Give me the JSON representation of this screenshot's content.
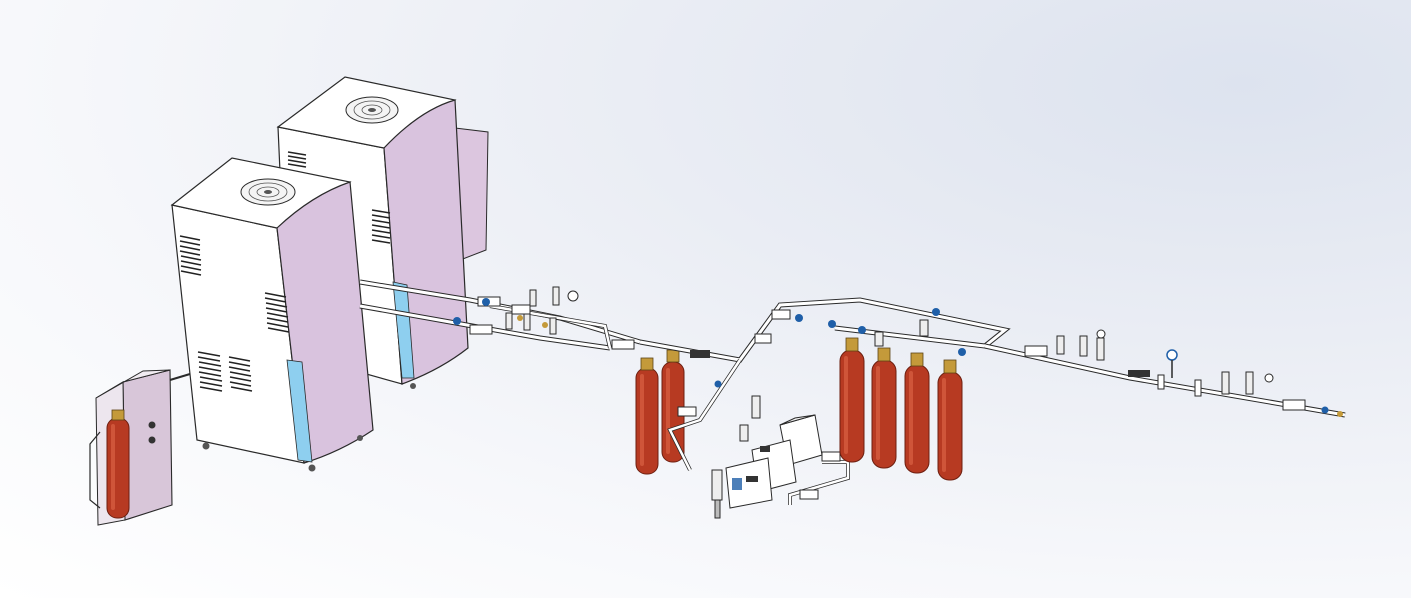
{
  "colors": {
    "cabinet_white": "#ffffff",
    "cabinet_outline": "#2a2a2a",
    "door_panel": "#d9c3de",
    "blue_strip": "#8ecfef",
    "cylinder_red": "#b73a22",
    "cylinder_highlight": "#e0674a",
    "valve_brass": "#c49a3a",
    "pipe": "#ffffff",
    "control_box": "#d8c6d9",
    "indicator_blue": "#1f5fa8"
  },
  "components": {
    "cabinets": 2,
    "gas_cylinders": 7,
    "control_boxes": 1,
    "wall_units": 3
  },
  "icons": [
    "cabinet-icon",
    "fan-icon",
    "gas-cylinder-icon",
    "valve-icon",
    "pressure-gauge-icon",
    "pipe-icon",
    "control-box-icon"
  ]
}
